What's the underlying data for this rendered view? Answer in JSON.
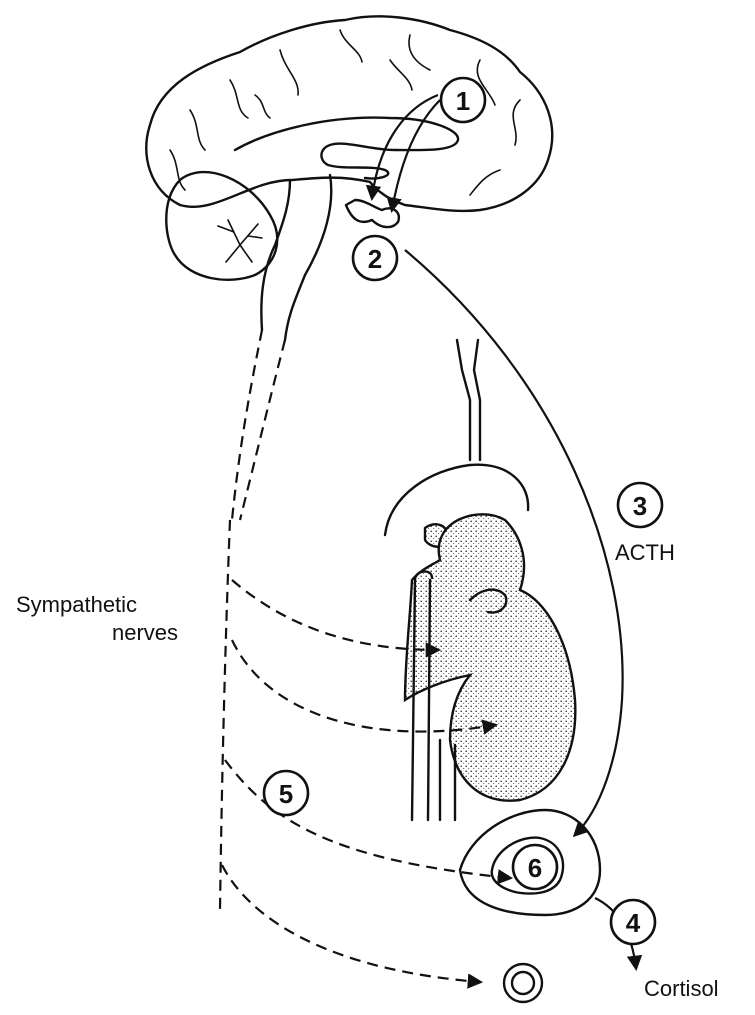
{
  "diagram": {
    "step_numbers": [
      "1",
      "2",
      "3",
      "4",
      "5",
      "6"
    ],
    "labels": {
      "acth": "ACTH",
      "sympathetic_line1": "Sympathetic",
      "sympathetic_line2": "nerves",
      "cortisol": "Cortisol"
    }
  }
}
